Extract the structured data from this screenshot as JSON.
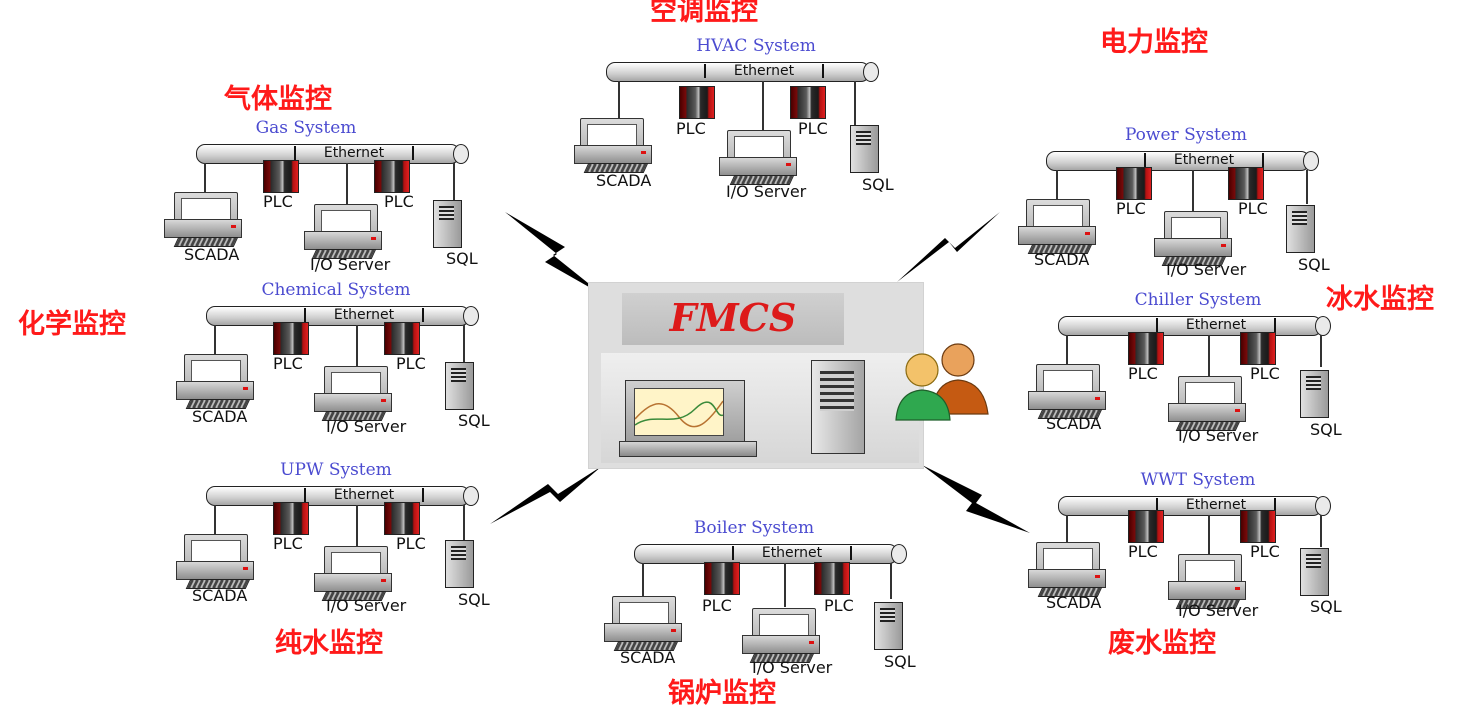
{
  "center": {
    "title": "FMCS"
  },
  "labels": {
    "hvac_cn": "空调监控",
    "power_cn": "电力监控",
    "gas_cn": "气体监控",
    "chemical_cn": "化学监控",
    "chiller_cn": "冰水监控",
    "upw_cn": "纯水监控",
    "wwt_cn": "废水监控",
    "boiler_cn": "锅炉监控"
  },
  "systems": {
    "hvac": "HVAC System",
    "gas": "Gas System",
    "power": "Power System",
    "chemical": "Chemical System",
    "chiller": "Chiller System",
    "upw": "UPW System",
    "wwt": "WWT System",
    "boiler": "Boiler System"
  },
  "devices": {
    "ethernet": "Ethernet",
    "plc": "PLC",
    "scada": "SCADA",
    "io_server": "I/O Server",
    "sql": "SQL"
  },
  "colors": {
    "chinese_label": "#ff1a1a",
    "system_title": "#4b4bd0",
    "fmcs_title": "#dd1a1a"
  }
}
